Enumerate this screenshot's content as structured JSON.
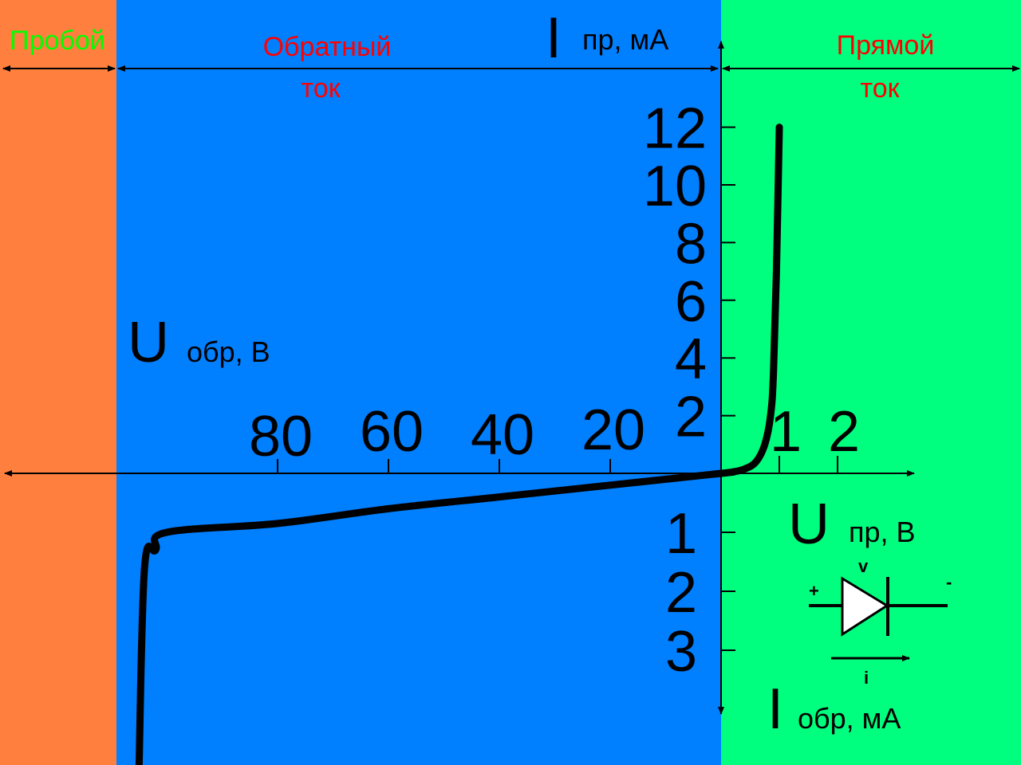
{
  "colors": {
    "breakdown": "#FF7F3F",
    "reverse": "#007FFF",
    "forward": "#00FF7F",
    "zone_label_red": "#FF0000",
    "zone_label_green": "#00FF00",
    "curve": "#000000"
  },
  "zones": {
    "breakdown": "Пробой",
    "reverse_line1": "Обратный",
    "reverse_line2": "ток",
    "forward_line1": "Прямой",
    "forward_line2": "ток"
  },
  "axes": {
    "i_forward_letter": "I",
    "i_forward_sub": "пр,  мА",
    "i_reverse_letter": "I",
    "i_reverse_sub": "обр, мА",
    "u_reverse_letter": "U",
    "u_reverse_sub": "обр, В",
    "u_forward_letter": "U",
    "u_forward_sub": "пр, В"
  },
  "diode": {
    "plus": "+",
    "minus": "-",
    "v": "v",
    "i": "i"
  },
  "chart_data": {
    "type": "line",
    "x_forward_ticks": [
      "1",
      "2"
    ],
    "x_reverse_ticks": [
      "20",
      "40",
      "60",
      "80"
    ],
    "y_forward_ticks": [
      "2",
      "4",
      "6",
      "8",
      "10",
      "12"
    ],
    "y_reverse_ticks": [
      "1",
      "2",
      "3"
    ],
    "forward_branch": {
      "u_pr": [
        0,
        0.2,
        0.4,
        0.6,
        0.75,
        0.85,
        0.9,
        0.95,
        1.0
      ],
      "i_pr": [
        0,
        0.05,
        0.15,
        0.4,
        1.0,
        2.0,
        3.5,
        7.0,
        12.0
      ]
    },
    "reverse_branch": {
      "u_obr": [
        0,
        20,
        40,
        60,
        80,
        100,
        102,
        104,
        105
      ],
      "i_obr": [
        0,
        0.2,
        0.4,
        0.6,
        0.85,
        1.0,
        1.3,
        1.6,
        5.0
      ]
    }
  }
}
